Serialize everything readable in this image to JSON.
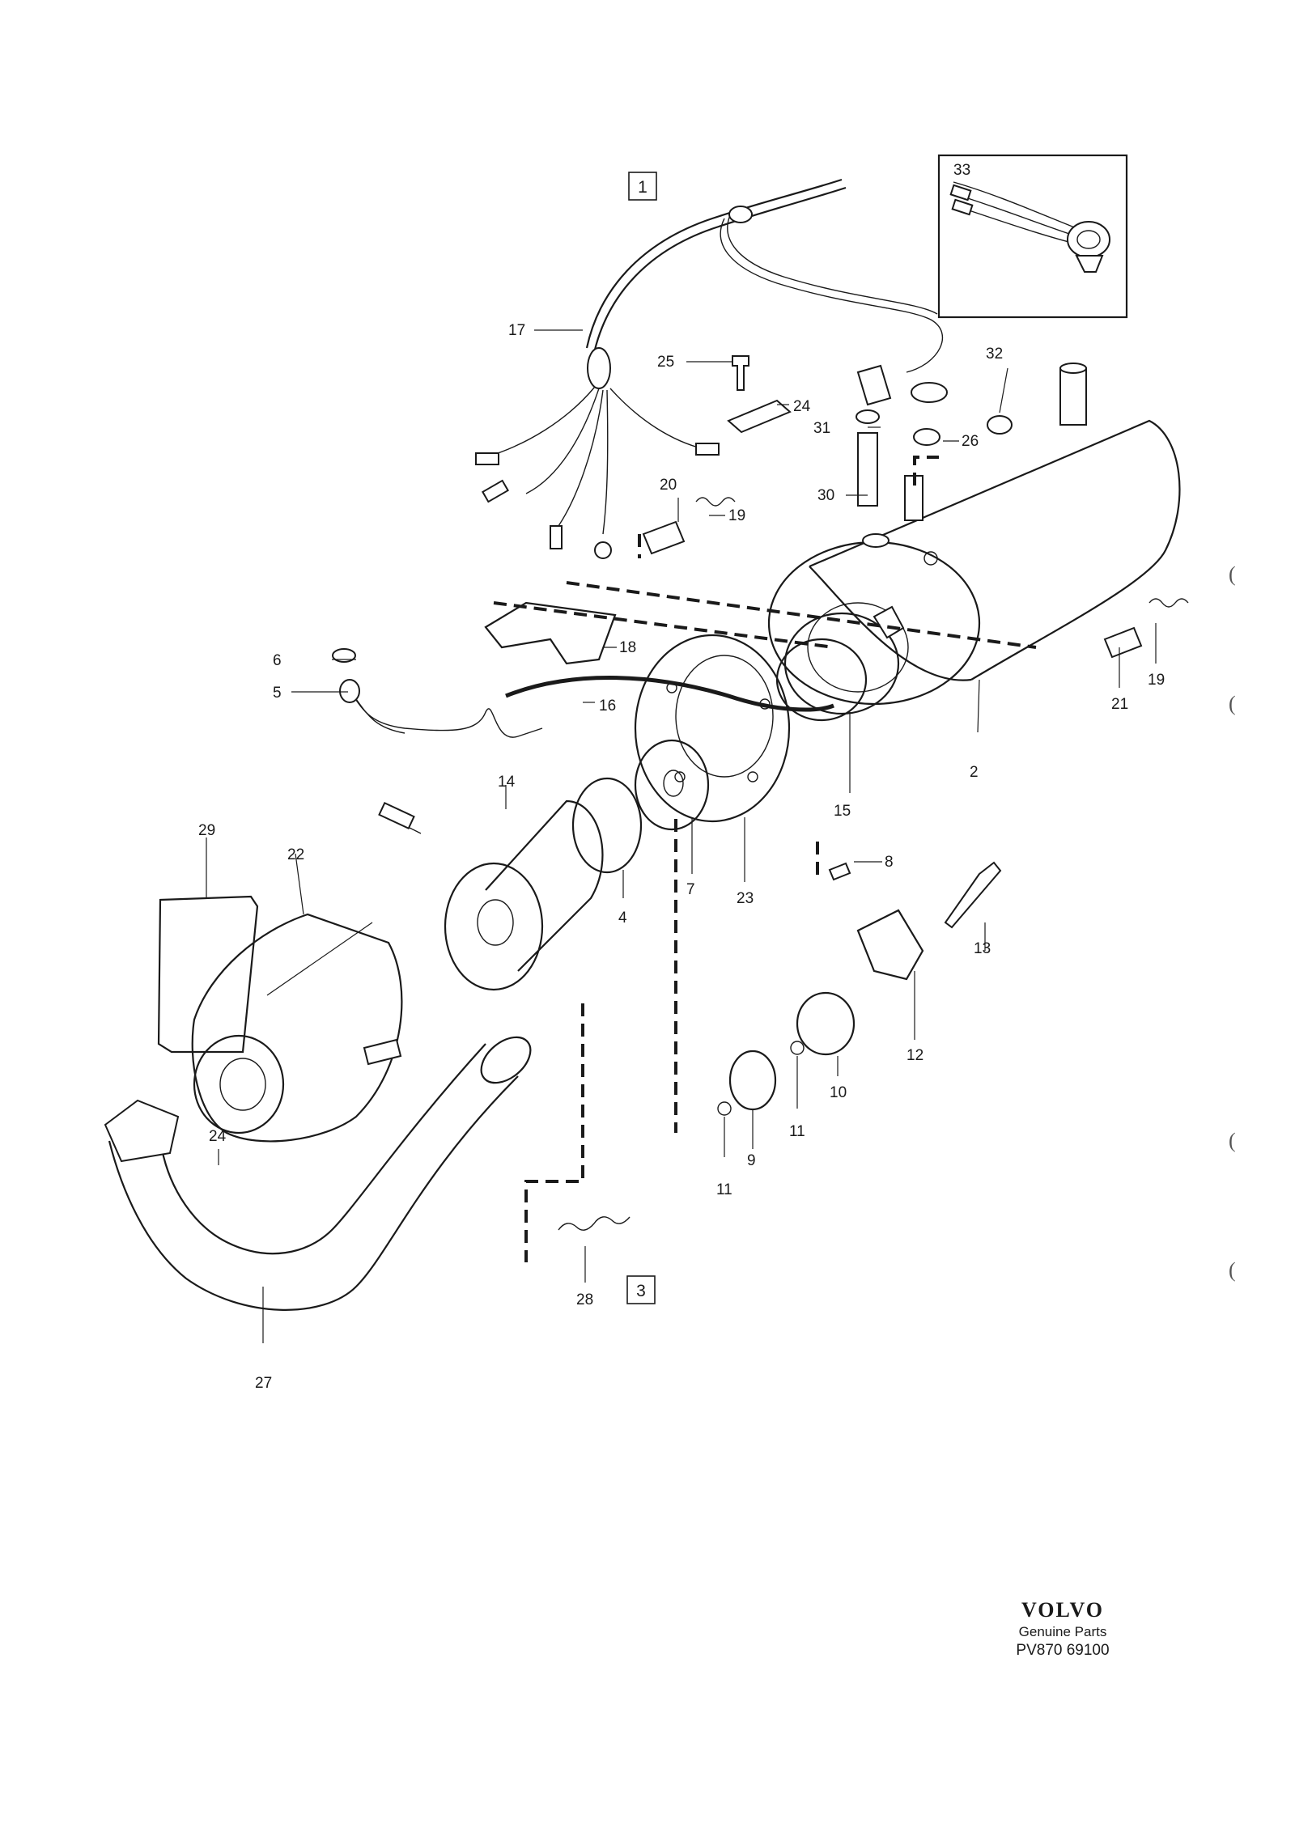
{
  "callouts": {
    "c1": "1",
    "c2": "2",
    "c3": "3",
    "c4": "4",
    "c5": "5",
    "c6": "6",
    "c7": "7",
    "c8": "8",
    "c9": "9",
    "c10": "10",
    "c11a": "11",
    "c11b": "11",
    "c12": "12",
    "c13": "13",
    "c14": "14",
    "c15": "15",
    "c16": "16",
    "c17": "17",
    "c18": "18",
    "c19a": "19",
    "c19b": "19",
    "c20": "20",
    "c21": "21",
    "c22": "22",
    "c23": "23",
    "c24a": "24",
    "c24b": "24",
    "c25": "25",
    "c26": "26",
    "c27": "27",
    "c28": "28",
    "c29": "29",
    "c30": "30",
    "c31": "31",
    "c32": "32",
    "c33": "33"
  },
  "brand": {
    "logo": "VOLVO",
    "subtitle": "Genuine Parts",
    "code": "PV870 69100"
  },
  "edge_marks": [
    "(",
    "(",
    "(",
    "("
  ]
}
